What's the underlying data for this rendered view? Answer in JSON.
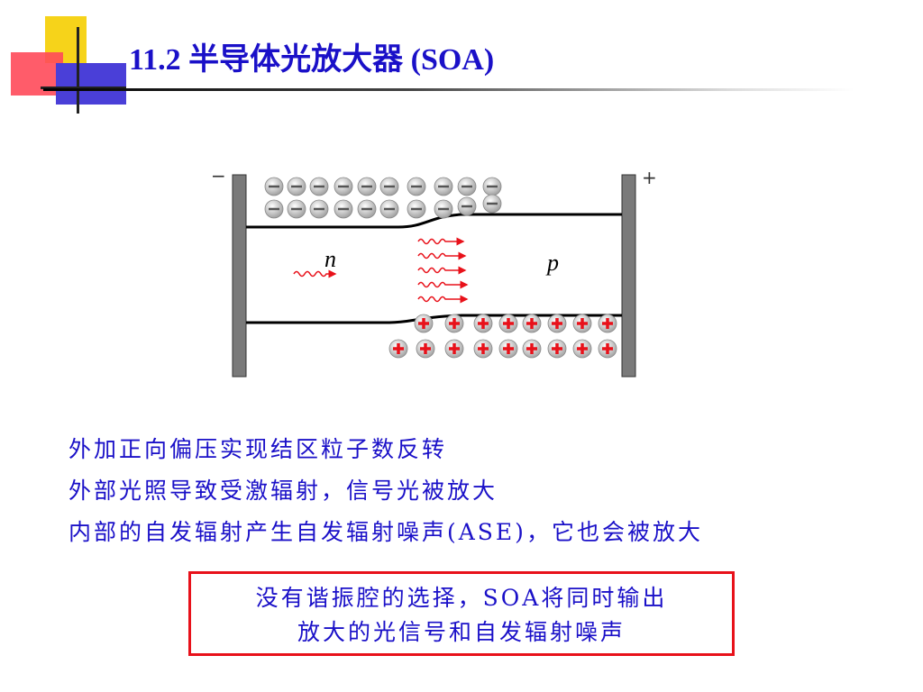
{
  "slide": {
    "title": "11.2 半导体光放大器 (SOA)"
  },
  "diagram": {
    "left_sign": "−",
    "right_sign": "+",
    "region_n": "n",
    "region_p": "p",
    "electron_symbol": "−",
    "hole_symbol": "+"
  },
  "bullets": [
    "外加正向偏压实现结区粒子数反转",
    "外部光照导致受激辐射，信号光被放大",
    "内部的自发辐射产生自发辐射噪声(ASE)，它也会被放大"
  ],
  "note": {
    "line1": "没有谐振腔的选择，SOA将同时输出",
    "line2": "放大的光信号和自发辐射噪声"
  },
  "colors": {
    "title": "#1a10c8",
    "text": "#1a10c8",
    "box_border": "#e8111a",
    "photon": "#e8111a",
    "electrode": "#7a7a7a"
  }
}
